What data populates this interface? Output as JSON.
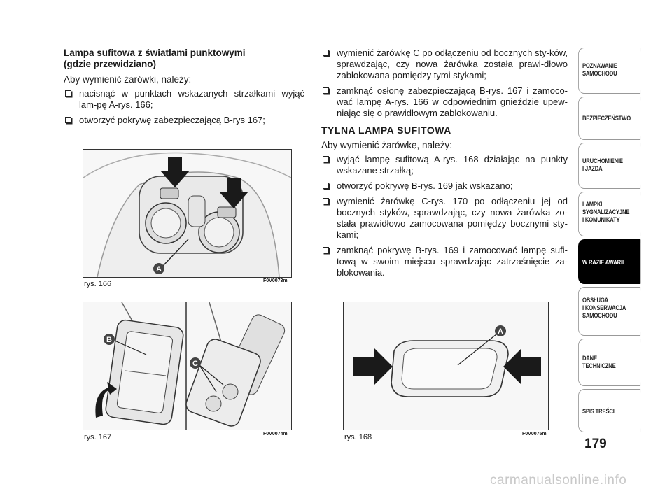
{
  "left": {
    "heading_line1": "Lampa sufitowa z światłami punktowymi",
    "heading_line2": "(gdzie przewidziano)",
    "intro": "Aby wymienić żarówki, należy:",
    "bullets": [
      "nacisnąć w punktach wskazanych strzałkami wyjąć lam-pę A-rys. 166;",
      "otworzyć pokrywę zabezpieczającą B-rys 167;"
    ]
  },
  "right": {
    "bullets_top": [
      "wymienić żarówkę C po odłączeniu od bocznych sty-ków, sprawdzając, czy nowa żarówka została prawi-dłowo zablokowana pomiędzy tymi stykami;",
      "zamknąć osłonę zabezpieczającą B-rys. 167 i zamoco-wać lampę A-rys. 166 w odpowiednim gnieździe upew-niając się o prawidłowym zablokowaniu."
    ],
    "section_title": "TYLNA LAMPA SUFITOWA",
    "intro": "Aby wymienić żarówkę, należy:",
    "bullets_bottom": [
      "wyjąć lampę sufitową A-rys. 168 działając na punkty wskazane strzałką;",
      "otworzyć pokrywę B-rys. 169 jak wskazano;",
      "wymienić żarówkę C-rys. 170 po odłączeniu jej od bocznych styków, sprawdzając, czy nowa żarówka zo-stała prawidłowo zamocowana pomiędzy bocznymi sty-kami;",
      "zamknąć pokrywę B-rys. 169 i zamocować lampę sufi-tową w swoim miejscu sprawdzając zatrzaśnięcie za-blokowania."
    ]
  },
  "figures": {
    "fig166": {
      "caption": "rys. 166",
      "code": "F0V0073m",
      "label_a": "A"
    },
    "fig167": {
      "caption": "rys. 167",
      "code": "F0V0074m",
      "label_b": "B",
      "label_c": "C"
    },
    "fig168": {
      "caption": "rys. 168",
      "code": "F0V0075m",
      "label_a": "A"
    }
  },
  "sidebar": {
    "tabs": [
      {
        "line1": "POZNAWANIE",
        "line2": "SAMOCHODU",
        "line3": ""
      },
      {
        "line1": "BEZPIECZEŃSTWO",
        "line2": "",
        "line3": ""
      },
      {
        "line1": "URUCHOMIENIE",
        "line2": "I JAZDA",
        "line3": ""
      },
      {
        "line1": "LAMPKI",
        "line2": "SYGNALIZACYJNE",
        "line3": "I KOMUNIKATY"
      },
      {
        "line1": "W RAZIE AWARII",
        "line2": "",
        "line3": ""
      },
      {
        "line1": "OBSŁUGA",
        "line2": "I KONSERWACJA",
        "line3": "SAMOCHODU"
      },
      {
        "line1": "DANE",
        "line2": "TECHNICZNE",
        "line3": ""
      },
      {
        "line1": "SPIS TREŚCI",
        "line2": "",
        "line3": ""
      }
    ],
    "active_index": 4
  },
  "page_number": "179",
  "watermark": "carmanualsonline.info"
}
